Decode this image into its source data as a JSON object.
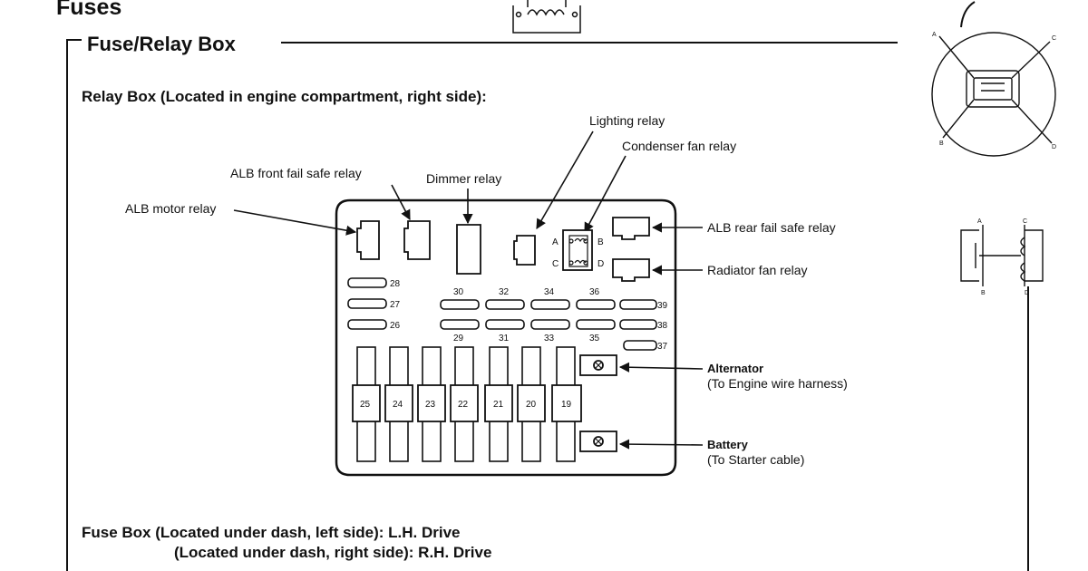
{
  "page": {
    "title": "Fuses",
    "section_title": "Fuse/Relay Box",
    "relay_box_heading": "Relay Box (Located in engine compartment, right side):",
    "fuse_box_line1": "Fuse Box (Located under dash, left side): L.H. Drive",
    "fuse_box_line2": "(Located under dash, right side): R.H. Drive"
  },
  "relays": {
    "lighting": "Lighting relay",
    "condenser_fan": "Condenser fan relay",
    "alb_front_fail_safe": "ALB front fail safe relay",
    "dimmer": "Dimmer relay",
    "alb_motor": "ALB motor relay",
    "alb_rear_fail_safe": "ALB rear fail safe relay",
    "radiator_fan": "Radiator fan relay"
  },
  "terminals": {
    "alternator_title": "Alternator",
    "alternator_note": "(To Engine wire harness)",
    "battery_title": "Battery",
    "battery_note": "(To Starter cable)"
  },
  "pin_letters": {
    "a": "A",
    "b": "B",
    "c": "C",
    "d": "D"
  },
  "small_fuses": {
    "left_column": [
      "28",
      "27",
      "26"
    ],
    "top_row": [
      "30",
      "32",
      "34",
      "36"
    ],
    "bottom_row": [
      "29",
      "31",
      "33",
      "35"
    ],
    "right_column": [
      "39",
      "38",
      "37"
    ]
  },
  "large_fuses": [
    "25",
    "24",
    "23",
    "22",
    "21",
    "20",
    "19"
  ],
  "colors": {
    "ink": "#111111",
    "paper": "#ffffff"
  }
}
